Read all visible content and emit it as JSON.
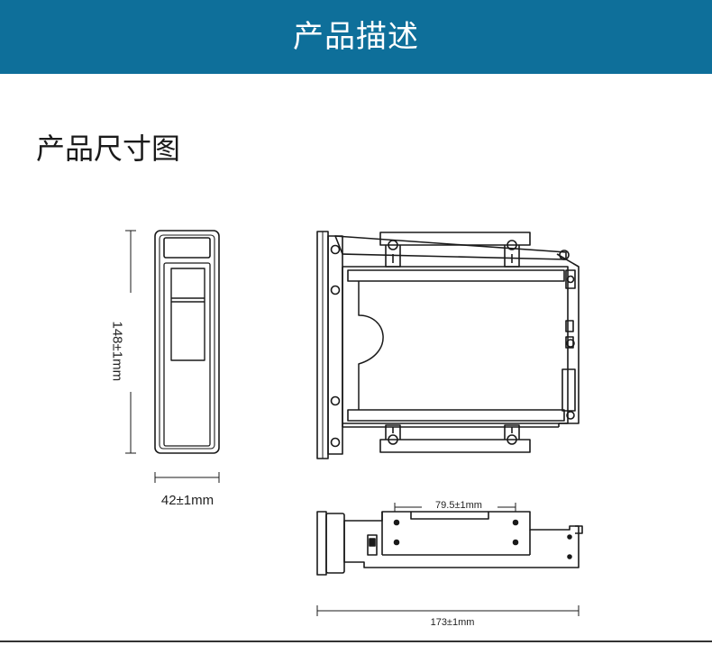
{
  "header": {
    "title": "产品描述"
  },
  "section": {
    "title": "产品尺寸图"
  },
  "dimensions": {
    "height": "148±1mm",
    "width": "42±1mm",
    "bay_width": "79.5±1mm",
    "length": "173±1mm"
  },
  "colors": {
    "banner": "#0e6f9a",
    "line": "#1a1a1a"
  }
}
